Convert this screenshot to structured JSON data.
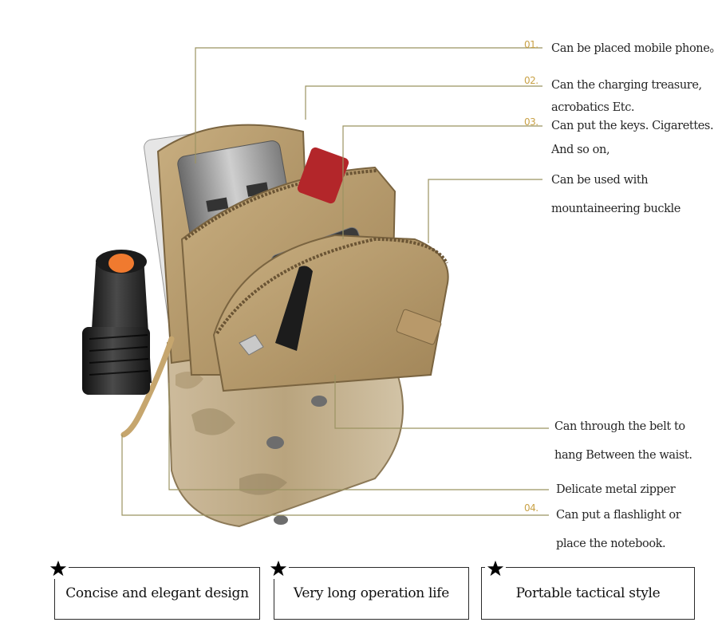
{
  "callouts": [
    {
      "number": "01.",
      "lines": [
        "Can be placed mobile phone。"
      ]
    },
    {
      "number": "02.",
      "lines": [
        "Can the charging treasure,",
        "acrobatics Etc."
      ]
    },
    {
      "number": "03.",
      "lines": [
        "Can put the keys. Cigarettes.",
        "And so on,"
      ]
    },
    {
      "number": "",
      "lines": [
        "Can be used with",
        "mountaineering buckle"
      ]
    },
    {
      "number": "",
      "lines": [
        "Can through the belt to",
        "hang Between the waist."
      ]
    },
    {
      "number": "",
      "lines": [
        "Delicate metal zipper"
      ]
    },
    {
      "number": "04.",
      "lines": [
        "Can put a flashlight or",
        "place the notebook."
      ]
    }
  ],
  "features": [
    {
      "label": "Concise and elegant design",
      "icon": "star-icon"
    },
    {
      "label": "Very long operation life",
      "icon": "star-icon"
    },
    {
      "label": "Portable tactical style",
      "icon": "star-icon"
    }
  ],
  "colors": {
    "leader_line": "#9b9362",
    "number_accent": "#c9a247",
    "pouch_tan": "#b59a6d",
    "pouch_camo": "#c7b79a",
    "flashlight": "#2b2b2b",
    "flashlight_button": "#f07a2f"
  }
}
